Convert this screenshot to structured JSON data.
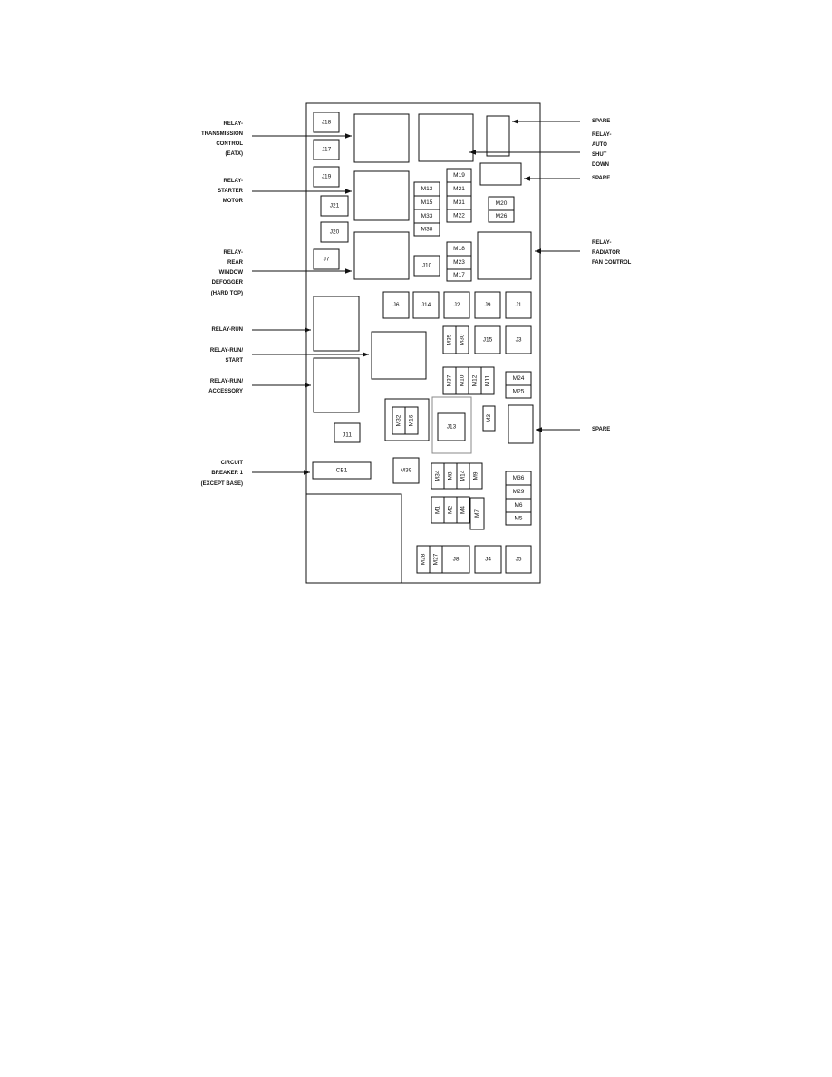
{
  "callouts": {
    "relay_transmission_control": [
      "RELAY-",
      "TRANSMISSION",
      "CONTROL",
      "(EATX)"
    ],
    "relay_starter_motor": [
      "RELAY-",
      "STARTER",
      "MOTOR"
    ],
    "relay_rear_window_defogger": [
      "RELAY-",
      "REAR",
      "WINDOW",
      "DEFOGGER",
      "(HARD TOP)"
    ],
    "relay_run": [
      "RELAY-RUN"
    ],
    "relay_run_start": [
      "RELAY-RUN/",
      "START"
    ],
    "relay_run_accessory": [
      "RELAY-RUN/",
      "ACCESSORY"
    ],
    "circuit_breaker_1": [
      "CIRCUIT",
      "BREAKER 1",
      "(EXCEPT BASE)"
    ],
    "spare_top": [
      "SPARE"
    ],
    "relay_auto_shut_down": [
      "RELAY-",
      "AUTO",
      "SHUT",
      "DOWN"
    ],
    "spare_second": [
      "SPARE"
    ],
    "relay_radiator_fan_control": [
      "RELAY-",
      "RADIATOR",
      "FAN CONTROL"
    ],
    "spare_third": [
      "SPARE"
    ]
  },
  "components": {
    "j18": "J18",
    "j17": "J17",
    "j19": "J19",
    "j21": "J21",
    "j20": "J20",
    "j7": "J7",
    "j10": "J10",
    "j6": "J6",
    "j14": "J14",
    "j2": "J2",
    "j9": "J9",
    "j1": "J1",
    "j15": "J15",
    "j3": "J3",
    "j11": "J11",
    "j13": "J13",
    "j8": "J8",
    "j4": "J4",
    "j5": "J5",
    "cb1": "CB1",
    "m13": "M13",
    "m15": "M15",
    "m33": "M33",
    "m38": "M38",
    "m19": "M19",
    "m21": "M21",
    "m31": "M31",
    "m22": "M22",
    "m20": "M20",
    "m26": "M26",
    "m18": "M18",
    "m23": "M23",
    "m17": "M17",
    "m35": "M35",
    "m30": "M30",
    "m37": "M37",
    "m10": "M10",
    "m12": "M12",
    "m11": "M11",
    "m24": "M24",
    "m25": "M25",
    "m32": "M32",
    "m16": "M16",
    "m3": "M3",
    "m39": "M39",
    "m34": "M34",
    "m8": "M8",
    "m14": "M14",
    "m9": "M9",
    "m36": "M36",
    "m29": "M29",
    "m6": "M6",
    "m5": "M5",
    "m1": "M1",
    "m2": "M2",
    "m4": "M4",
    "m7": "M7",
    "m28": "M28",
    "m27": "M27"
  }
}
